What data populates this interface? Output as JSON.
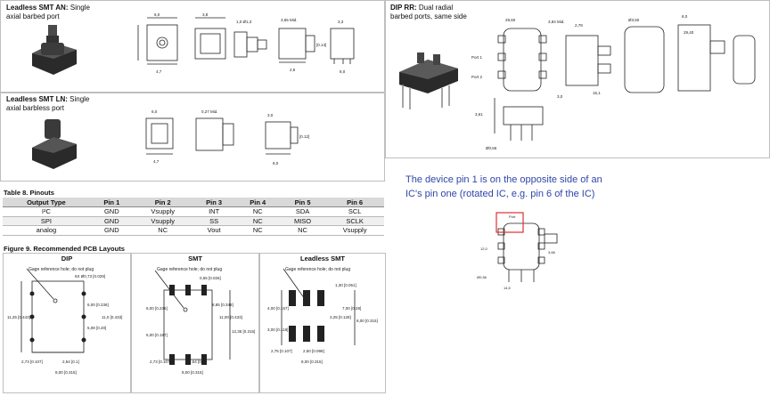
{
  "an": {
    "title": "Leadless SMT AN:",
    "desc1": "Single",
    "desc2": "axial barbed port"
  },
  "ln": {
    "title": "Leadless SMT LN:",
    "desc1": "Single",
    "desc2": "axial barbless port"
  },
  "rr": {
    "title": "DIP RR:",
    "desc1": "Dual radial",
    "desc2": "barbed ports, same side"
  },
  "table": {
    "title": "Table 8. Pinouts",
    "headers": [
      "Output Type",
      "Pin 1",
      "Pin 2",
      "Pin 3",
      "Pin 4",
      "Pin 5",
      "Pin 6"
    ],
    "rows": [
      [
        "I²C",
        "GND",
        "Vsupply",
        "INT",
        "NC",
        "SDA",
        "SCL"
      ],
      [
        "SPI",
        "GND",
        "Vsupply",
        "SS",
        "NC",
        "MISO",
        "SCLK"
      ],
      [
        "analog",
        "GND",
        "NC",
        "Vout",
        "NC",
        "NC",
        "Vsupply"
      ]
    ]
  },
  "figure": {
    "title": "Figure 9. Recommended PCB Layouts",
    "dip": {
      "label": "DIP",
      "gage": "Gage reference hole; do not plug",
      "d1": "11,25\n[0.443]",
      "d2": "6,00\n[0.236]",
      "d3": "11,0\n[0.433]",
      "d4": "5,08\n[0.20]",
      "d5": "2,73\n[0.107]",
      "d6": "2,54\n[0.1]",
      "d7": "8,00\n[0.315]",
      "d8": "6X Ø0,73\n[0.029]"
    },
    "smt": {
      "label": "SMT",
      "gage": "Gage reference hole; do not plug",
      "d1": "0,65\n[0.026]",
      "d2": "6,00\n[0.236]",
      "d3": "8,85\n[0.348]",
      "d4": "11,00\n[0.433]",
      "d5": "5,00\n[0.197]",
      "d6": "12,35\n[0.315]",
      "d7": "2,73\n[0.107]",
      "d8": "2,54\n[0.1]",
      "d9": "8,00\n[0.315]"
    },
    "lsmt": {
      "label": "Leadless SMT",
      "gage": "Gage reference hole; do not plug",
      "d1": "1,30\n[0.051]",
      "d2": "4,00\n[0.157]",
      "d3": "7,00\n[0.28]",
      "d4": "3,25\n[0.128]",
      "d5": "3,00\n[0.118]",
      "d6": "8,00\n[0.315]",
      "d7": "2,75\n[0.107]",
      "d8": "2,50\n[0.098]",
      "d9": "8,00\n[0.315]"
    }
  },
  "annotation": {
    "text": "The device pin 1 is on the opposite side of an IC's pin one (rotated IC, e.g. pin 6 of the IC)"
  },
  "colors": {
    "note": "#2f45a8",
    "red_box": "#e03030",
    "table_header": "#d9d9d9"
  }
}
